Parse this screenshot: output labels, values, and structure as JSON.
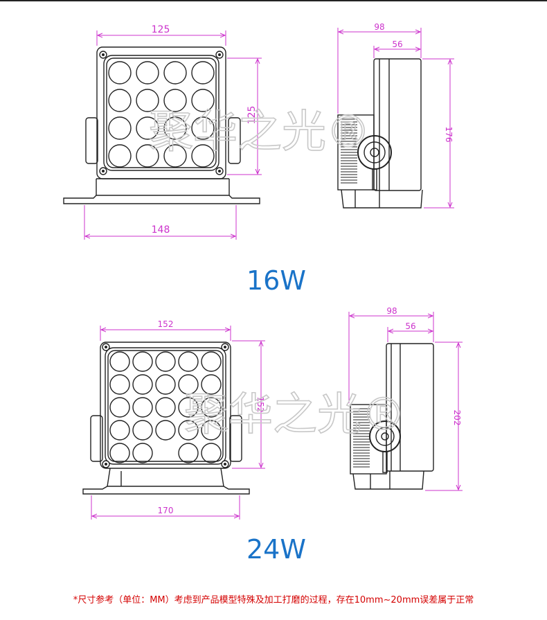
{
  "variants": [
    {
      "label": "16W",
      "front_width": "125",
      "front_height": "125",
      "base_width": "148",
      "side_depth": "98",
      "side_body_depth": "56",
      "side_height": "176",
      "led_grid": "4x4"
    },
    {
      "label": "24W",
      "front_width": "152",
      "front_height": "152",
      "base_width": "170",
      "side_depth": "98",
      "side_body_depth": "56",
      "side_height": "202",
      "led_grid": "5x5 with one gap"
    }
  ],
  "watermark": "聚华之光®",
  "footnote": "*尺寸参考（单位：MM）考虑到产品模型特殊及加工打磨的过程，存在10mm~20mm误差属于正常",
  "colors": {
    "dimension": "#cc33cc",
    "label": "#1a73c8",
    "footnote": "#d40000",
    "outline": "#222222"
  }
}
